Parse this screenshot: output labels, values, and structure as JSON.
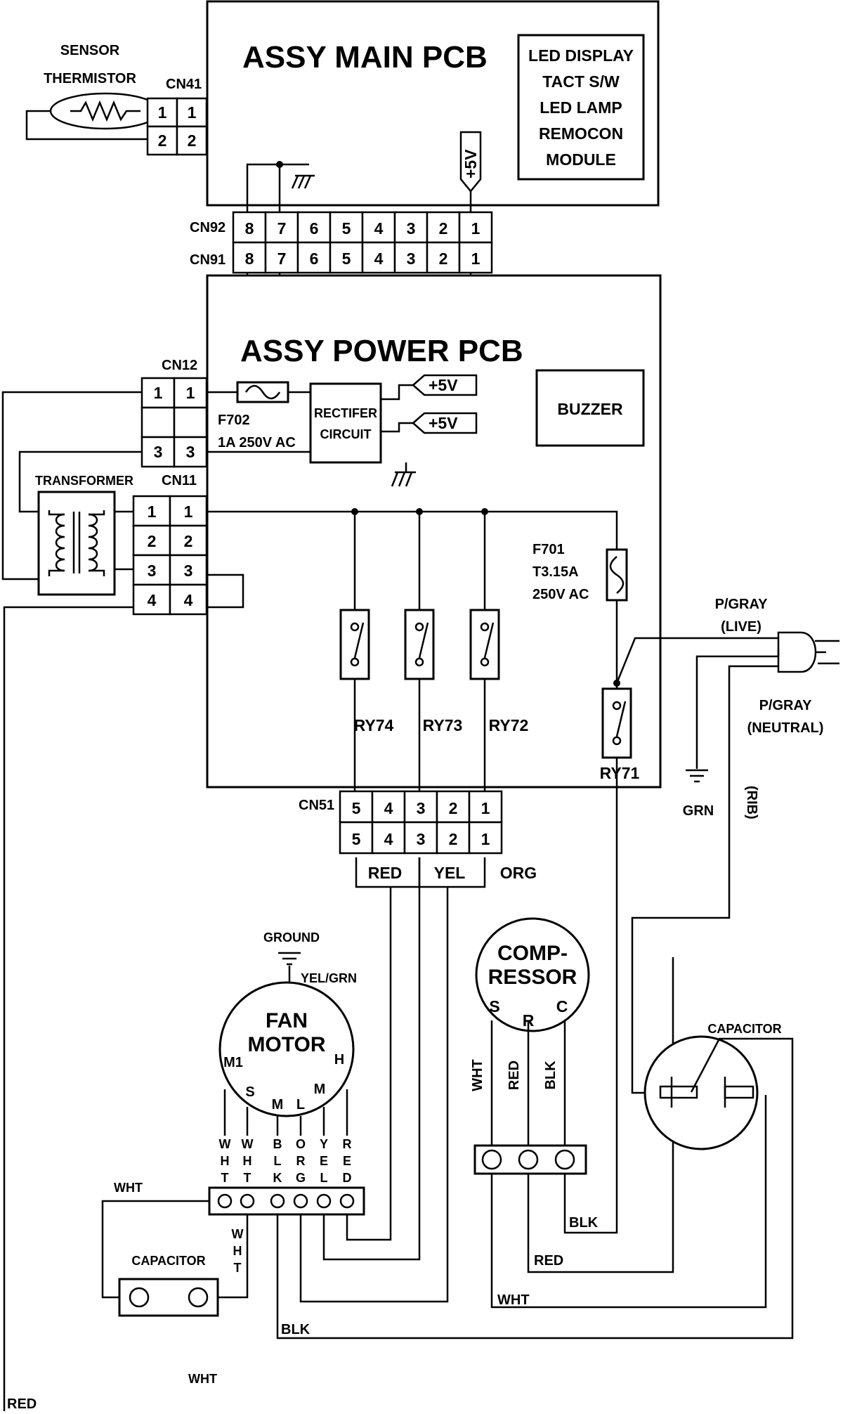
{
  "boards": {
    "main_pcb": "ASSY MAIN PCB",
    "power_pcb": "ASSY POWER PCB"
  },
  "main_block": [
    "LED DISPLAY",
    "TACT S/W",
    "LED LAMP",
    "REMOCON",
    "MODULE"
  ],
  "sensor": [
    "SENSOR",
    "THERMISTOR"
  ],
  "connectors": {
    "cn41": "CN41",
    "cn92": "CN92",
    "cn91": "CN91",
    "cn12": "CN12",
    "cn11": "CN11",
    "cn51": "CN51"
  },
  "pins": {
    "cn9x": [
      "8",
      "7",
      "6",
      "5",
      "4",
      "3",
      "2",
      "1"
    ],
    "cn51": [
      "5",
      "4",
      "3",
      "2",
      "1"
    ]
  },
  "supply": "+5V",
  "fuse_f702": [
    "F702",
    "1A 250V AC"
  ],
  "fuse_f701": [
    "F701",
    "T3.15A",
    "250V AC"
  ],
  "rectifier": [
    "RECTIFER",
    "CIRCUIT"
  ],
  "buzzer": "BUZZER",
  "transformer": "TRANSFORMER",
  "relays": [
    "RY74",
    "RY73",
    "RY72",
    "RY71"
  ],
  "cn51_wires": [
    "RED",
    "YEL",
    "ORG"
  ],
  "plug": {
    "live": [
      "P/GRAY",
      "(LIVE)"
    ],
    "neutral": [
      "P/GRAY",
      "(NEUTRAL)"
    ],
    "ground": "GRN",
    "rib": "(RIB)"
  },
  "fan_motor": {
    "name": [
      "FAN",
      "MOTOR"
    ],
    "ground": "GROUND",
    "ground_wire": "YEL/GRN",
    "terminals": [
      "M1",
      "S",
      "M",
      "L",
      "M",
      "H"
    ],
    "wires": [
      "WHT",
      "WHT",
      "BLK",
      "ORG",
      "YEL",
      "RED"
    ]
  },
  "compressor": {
    "name": [
      "COMP-",
      "RESSOR"
    ],
    "terminals": [
      "S",
      "R",
      "C"
    ],
    "wires": [
      "WHT",
      "RED",
      "BLK"
    ]
  },
  "capacitor_label": "CAPACITOR",
  "wire_labels": {
    "wht": "WHT",
    "blk": "BLK",
    "red": "RED"
  },
  "colors": {
    "ink": "#000000",
    "paper": "#ffffff"
  }
}
